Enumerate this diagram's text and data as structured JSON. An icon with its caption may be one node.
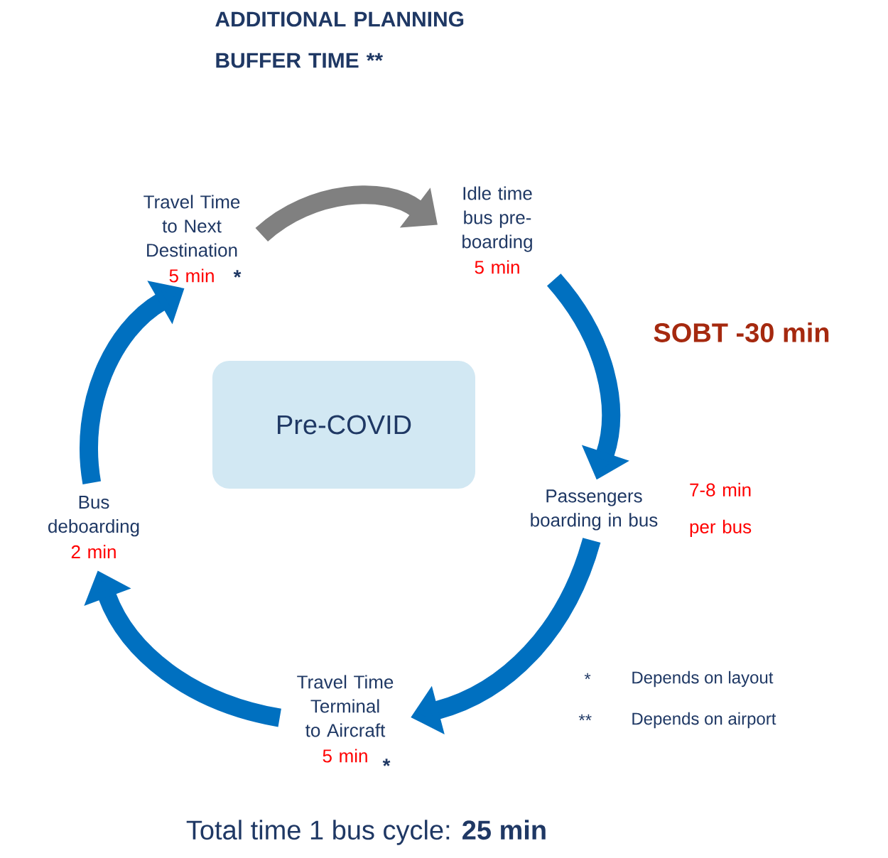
{
  "diagram": {
    "title": "ADDITIONAL PLANNING BUFFER TIME **",
    "caption": "Total time 1 bus cycle: **25 min**",
    "nodes": [
      {
        "text": [
          "Travel Time to Next Destination",
          "5 min"
        ],
        "beside": [
          "*"
        ]
      },
      {
        "text": [
          "Idle time bus pre-boarding",
          "5 min"
        ]
      },
      {
        "text": [
          "Passengers boarding in bus"
        ],
        "beside": [
          "7-8 min per bus"
        ]
      },
      {
        "text": [
          "Travel Time Terminal to Aircraft",
          "5 min"
        ],
        "beside": [
          "*"
        ]
      },
      {
        "text": [
          "Bus deboarding",
          "2 min"
        ]
      },
      {
        "text": [
          "Pre-COVID"
        ]
      }
    ],
    "edges": [
      {
        "from": 0,
        "to": 1,
        "arrow": "to",
        "color": "#808080"
      },
      {
        "from": 1,
        "to": 2,
        "arrow": "to",
        "label": "SOBT -30 min"
      },
      {
        "from": 2,
        "to": 3,
        "arrow": "to"
      },
      {
        "from": 3,
        "to": 4,
        "arrow": "to"
      },
      {
        "from": 4,
        "to": 0,
        "arrow": "to"
      }
    ],
    "labels": [
      "*",
      "Depends on layout",
      "**",
      "Depends on airport"
    ]
  }
}
